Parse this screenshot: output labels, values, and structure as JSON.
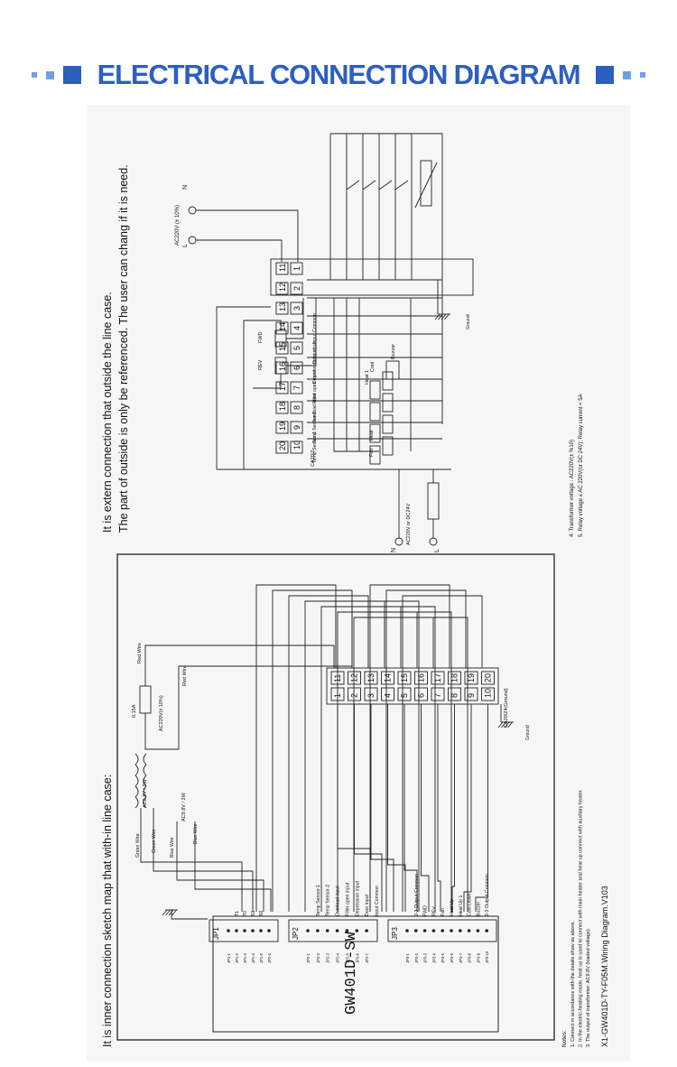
{
  "header": {
    "title": "ELECTRICAL CONNECTION DIAGRAM",
    "accent_color": "#2c5fc0",
    "light_color": "#6fa0e6"
  },
  "diagram": {
    "outer_heading_1": "It is extern connection that outside the line case.",
    "outer_heading_2": "The part of outside is only be referenced. The user can chang if it is need.",
    "inner_heading": "It is inner connection sketch map that with-in line case:",
    "model": "GW401D-SW",
    "outer_supply": "AC220V (± 10%)",
    "outer_L": "L",
    "outer_N": "N",
    "outer_terminals_left": [
      "1",
      "2",
      "3",
      "4",
      "5",
      "6",
      "7",
      "8",
      "9",
      "10"
    ],
    "outer_terminals_right": [
      "11",
      "12",
      "13",
      "14",
      "15",
      "16",
      "17",
      "18",
      "19",
      "20"
    ],
    "outer_inputs": [
      "Input Common",
      "Door input",
      "Depression input",
      "Filter open input",
      "Overload input",
      "Temp Sensor-2",
      "Temp Sensor-1"
    ],
    "outer_loads": [
      "FWD",
      "REV",
      "Heat 1",
      "Cool",
      "Buzzer",
      "Fan",
      "Heat"
    ],
    "outer_cadoz": "CA20/Z",
    "outer_ground": "Ground",
    "outer_ac_label": "AC220V or DC24V",
    "outer_ac_N": "N",
    "outer_ac_L": "L",
    "notes_outer": [
      "4. Transformer voltage : AC220V(± %10)",
      "5. Relay voltage ≤ AC 220V(or DC 24V);  Relay current < 5A"
    ],
    "inner_terminals_left": [
      "1",
      "2",
      "3",
      "4",
      "5",
      "6",
      "7",
      "8",
      "9",
      "10"
    ],
    "inner_terminals_right": [
      "11",
      "12",
      "13",
      "14",
      "15",
      "16",
      "17",
      "18",
      "19",
      "20"
    ],
    "inner_cadoz": "CA20/Z4(Ground)",
    "inner_ground": "Ground",
    "fuse": "0.15A",
    "inner_supply": "AC220V(± 10%)",
    "red_wire_1": "Red Wire",
    "red_wire_2": "Red Wire",
    "ac9v_1": "AC9.8V / 2W",
    "ac9v_2": "AC9.8V / 2W",
    "green_wire_1": "Green Wire",
    "green_wire_2": "Green Wire",
    "blue_wire_1": "Blue Wire",
    "blue_wire_2": "Blue Wire",
    "jp1": "JP1",
    "jp2": "JP2",
    "jp3": "JP3",
    "jp1_pins": [
      "T1",
      "T0",
      "S1",
      "S0"
    ],
    "jp2_pins": [
      "Temp Sensor-1",
      "Temp Sensor-2",
      "Overload input",
      "Filter open input",
      "Depression input",
      "Door input",
      "Input Common"
    ],
    "jp3_pins": [
      "2-3 Output Common",
      "FWD",
      "REV",
      "Fan",
      "Heat Up",
      "Heat Up 1",
      "Cool Down",
      "Buzzer",
      "2-3 Output Common"
    ],
    "jp1_sub": [
      "JP1-1",
      "JP1-2",
      "JP1-3",
      "JP1-4",
      "JP1-5",
      "JP1-6"
    ],
    "jp2_sub": [
      "JP2-1",
      "JP2-2",
      "JP2-3",
      "JP2-4",
      "JP2-5",
      "JP2-6",
      "JP2-7"
    ],
    "jp3_sub": [
      "JP3-1",
      "JP3-2",
      "JP3-3",
      "JP3-4",
      "JP3-5",
      "JP3-6",
      "JP3-7",
      "JP3-8",
      "JP3-9",
      "JP3-10"
    ],
    "notes_inner_title": "Notes:",
    "notes_inner": [
      "1. Connect in accordance with the details show as above.",
      "2. In the electric-heating mode, heat up is used to connect with main heater and heat up connect with auxiliary heater.",
      "3. The output of transformer: AC9.8V (loaded voltage)."
    ],
    "footer_label": "X1-GW401D-TY-F05M.Wiring Diagram.V103"
  }
}
